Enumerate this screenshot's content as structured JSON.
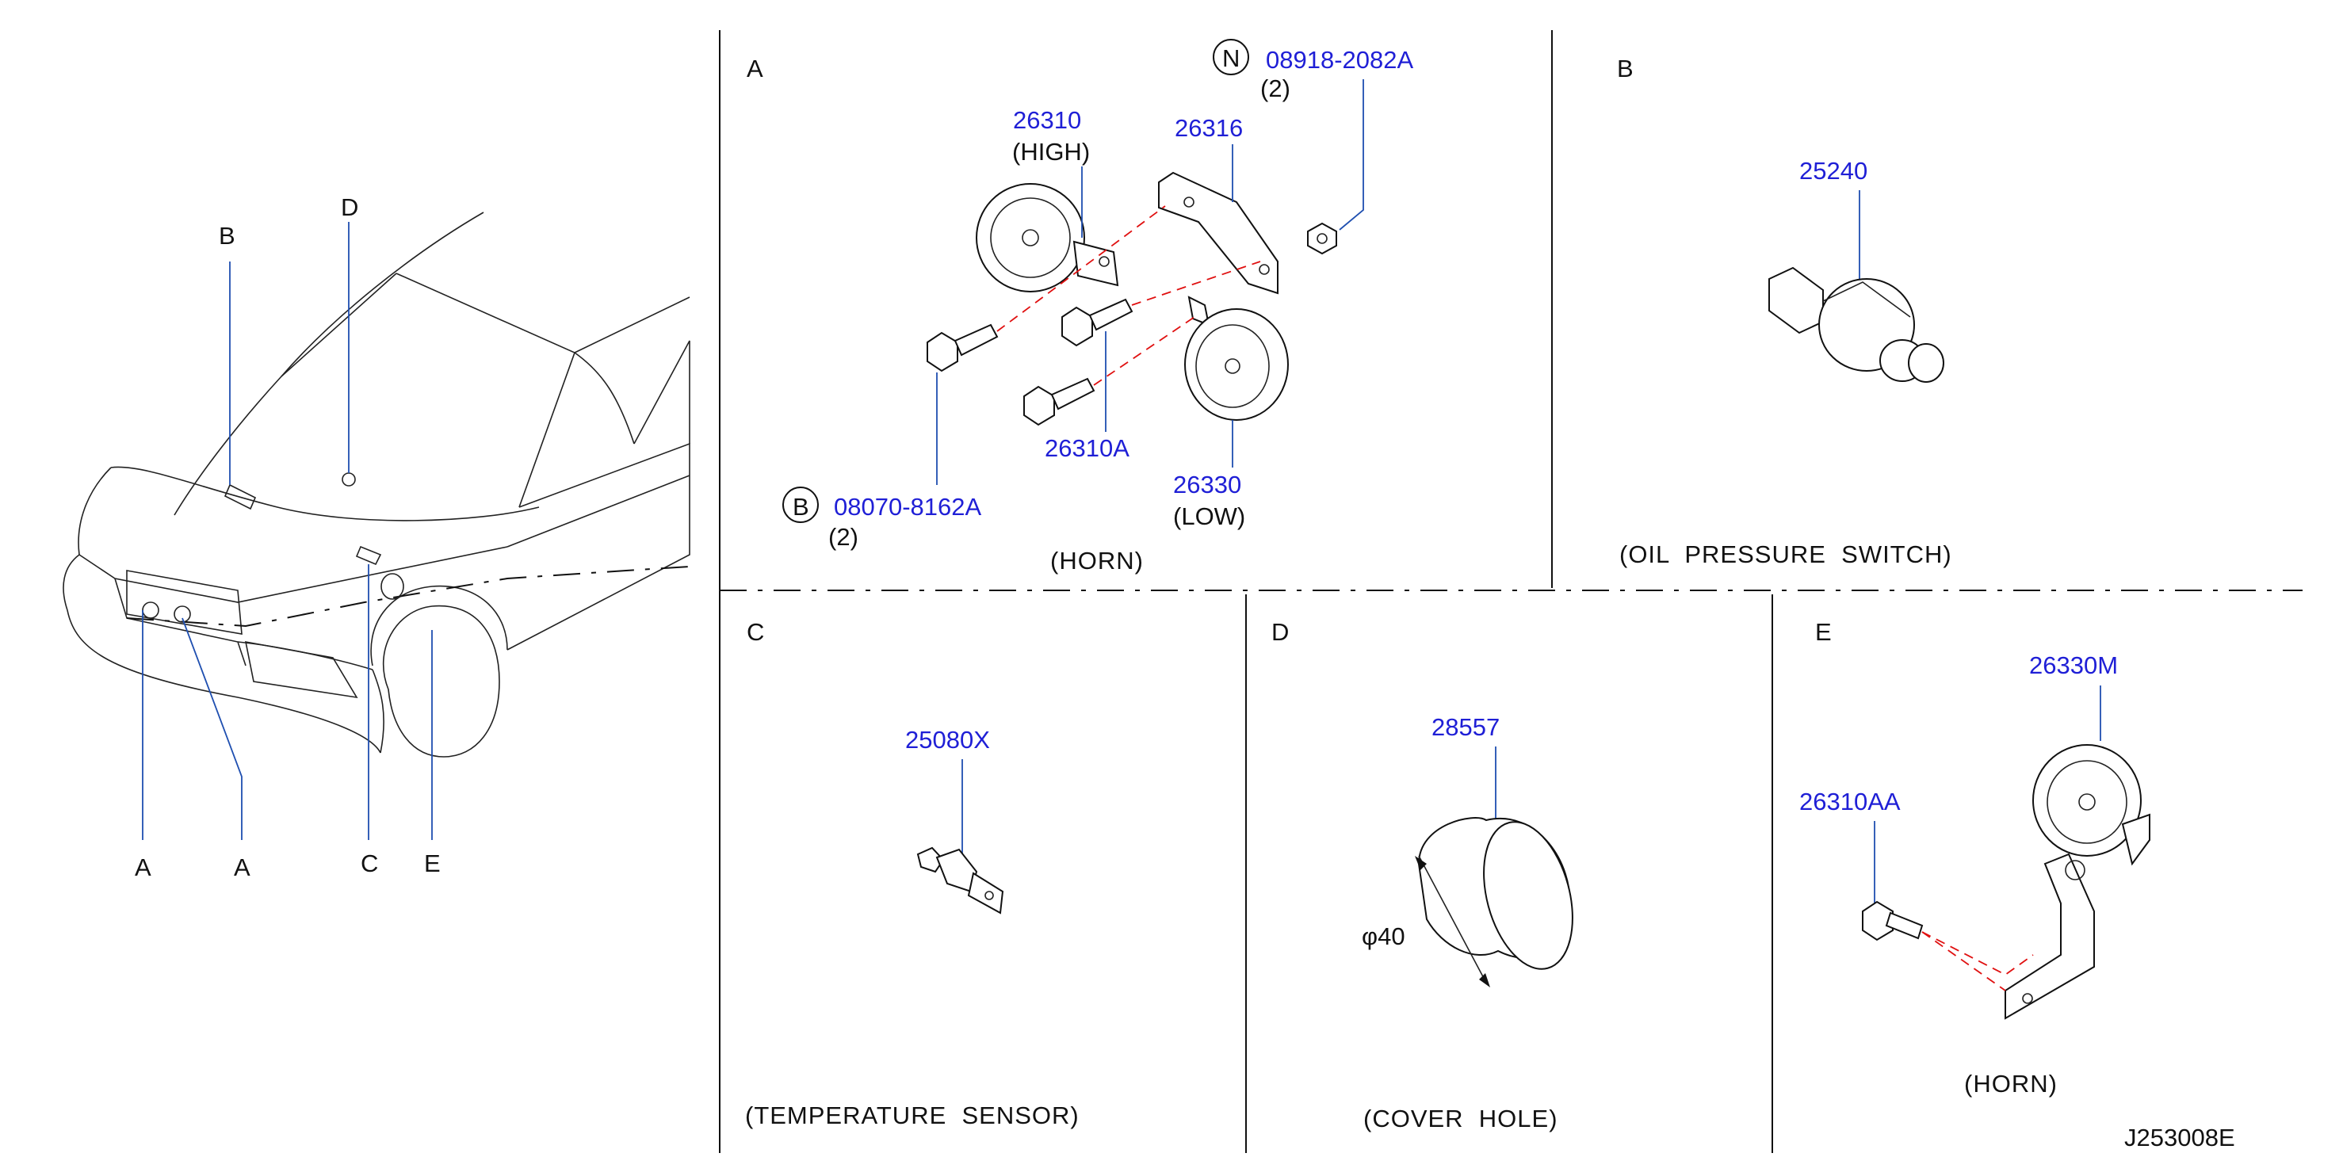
{
  "overview": {
    "labels": {
      "b": "B",
      "d": "D",
      "a1": "A",
      "a2": "A",
      "c": "C",
      "e": "E"
    }
  },
  "panels": {
    "a": {
      "letter": "A",
      "caption": "(HORN)",
      "parts": {
        "n_symbol": "N",
        "nut": "08918-2082A",
        "nut_qty": "(2)",
        "horn_high": "26310",
        "horn_high_note": "(HIGH)",
        "bracket": "26316",
        "bolt": "26310A",
        "horn_low": "26330",
        "horn_low_note": "(LOW)",
        "b_symbol": "B",
        "bolt_b": "08070-8162A",
        "bolt_b_qty": "(2)"
      }
    },
    "b": {
      "letter": "B",
      "caption": "(OIL  PRESSURE  SWITCH)",
      "part": "25240"
    },
    "c": {
      "letter": "C",
      "caption": "(TEMPERATURE  SENSOR)",
      "part": "25080X"
    },
    "d": {
      "letter": "D",
      "caption": "(COVER  HOLE)",
      "part": "28557",
      "dimension": "φ40"
    },
    "e": {
      "letter": "E",
      "caption": "(HORN)",
      "part_horn": "26330M",
      "part_bolt": "26310AA"
    }
  },
  "drawing_code": "J253008E",
  "colors": {
    "part_number": "#1f1fd6",
    "leader": "#1f4fb0",
    "guide": "#e01010",
    "ink": "#111111"
  }
}
